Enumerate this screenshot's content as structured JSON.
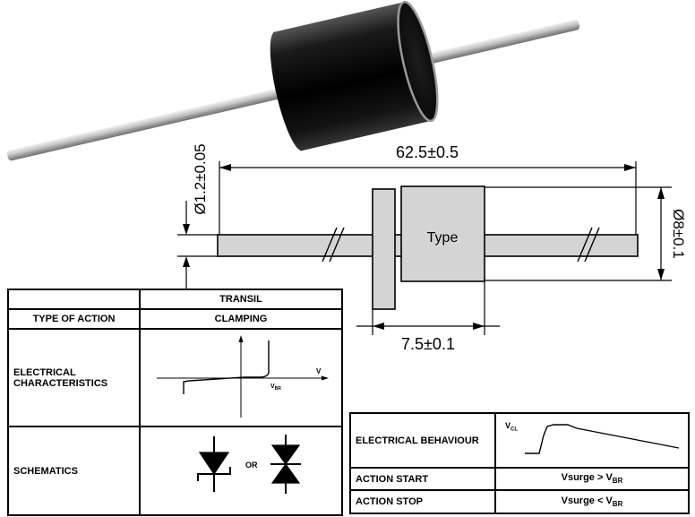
{
  "drawing": {
    "overall_length": "62.5±0.5",
    "lead_diameter": "Ø1.2±0.05",
    "body_diameter": "Ø8±0.1",
    "band_width": "7.5±0.1",
    "body_label": "Type"
  },
  "transil_table": {
    "title": "TRANSIL",
    "type_of_action_label": "TYPE OF ACTION",
    "type_of_action_value": "CLAMPING",
    "electrical_characteristics_label": "ELECTRICAL CHARACTERISTICS",
    "schematics_label": "SCHEMATICS",
    "or_label": "OR",
    "graph": {
      "x_axis_label": "V",
      "vbr_main": "V",
      "vbr_sub": "BR"
    }
  },
  "behaviour_table": {
    "electrical_behaviour_label": "ELECTRICAL BEHAVIOUR",
    "graph_label_main": "V",
    "graph_label_sub": "CL",
    "action_start_label": "ACTION START",
    "action_start_value_main": "Vsurge > V",
    "action_start_value_sub": "BR",
    "action_stop_label": "ACTION STOP",
    "action_stop_value_main": "Vsurge < V",
    "action_stop_value_sub": "BR"
  },
  "colors": {
    "drawing_fill": "#d4d4d4",
    "line": "#000000"
  }
}
